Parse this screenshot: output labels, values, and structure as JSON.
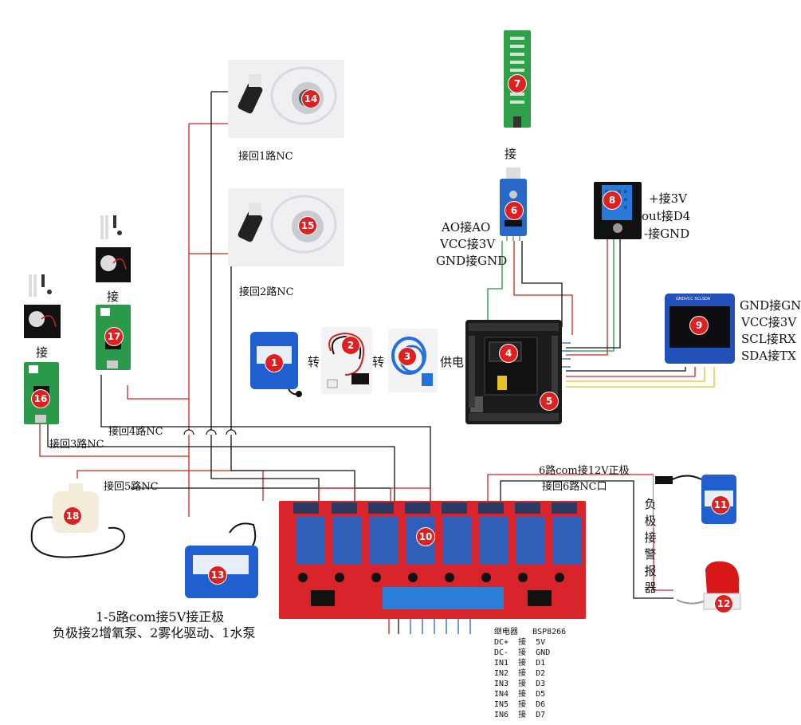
{
  "labels": {
    "return_1": "接回1路NC",
    "return_2": "接回2路NC",
    "return_3": "接回3路NC",
    "return_4": "接回4路NC",
    "return_5": "接回5路NC",
    "return_6": "接回6路NC口",
    "com6": "6路com接12V正极",
    "convert_1": "转",
    "convert_2": "转",
    "power_supply": "供电",
    "connect_7": "接",
    "connect_17": "接",
    "connect_16": "接",
    "sensor6_ao": "AO接AO",
    "sensor6_vcc": "VCC接3V",
    "sensor6_gnd": "GND接GND",
    "dht_vcc": "+接3V",
    "dht_out": "out接D4",
    "dht_gnd": "-接GND",
    "oled_gnd": "GND接GND",
    "oled_vcc": "VCC接3V",
    "oled_scl": "SCL接RX",
    "oled_sda": "SDA接TX",
    "vertical_note": "负极接警报器",
    "battery_note_line1": "1-5路com接5V接正极",
    "battery_note_line2": "负极接2增氧泵、2雾化驱动、1水泵"
  },
  "pin_table": {
    "header_left": "继电器",
    "header_right": "BSP8266",
    "rows": [
      {
        "left": "DC+",
        "mid": "接",
        "right": "5V"
      },
      {
        "left": "DC-",
        "mid": "接",
        "right": "GND"
      },
      {
        "left": "IN1",
        "mid": "接",
        "right": "D1"
      },
      {
        "left": "IN2",
        "mid": "接",
        "right": "D2"
      },
      {
        "left": "IN3",
        "mid": "接",
        "right": "D3"
      },
      {
        "left": "IN4",
        "mid": "接",
        "right": "D5"
      },
      {
        "left": "IN5",
        "mid": "接",
        "right": "D6"
      },
      {
        "left": "IN6",
        "mid": "接",
        "right": "D7"
      }
    ]
  },
  "badges": [
    "1",
    "2",
    "3",
    "4",
    "5",
    "6",
    "7",
    "8",
    "9",
    "10",
    "11",
    "12",
    "13",
    "14",
    "15",
    "16",
    "17",
    "18"
  ],
  "oled_text": "GNDVCC SCLSDA",
  "colors": {
    "wire_red": "#d62020",
    "wire_black": "#111111",
    "wire_green": "#1a9a3a",
    "wire_blue": "#2060d0",
    "wire_yellow": "#e8c020",
    "relay_board": "#d8242a",
    "relay_block": "#2f5fb8",
    "battery": "#1f5fd0"
  }
}
